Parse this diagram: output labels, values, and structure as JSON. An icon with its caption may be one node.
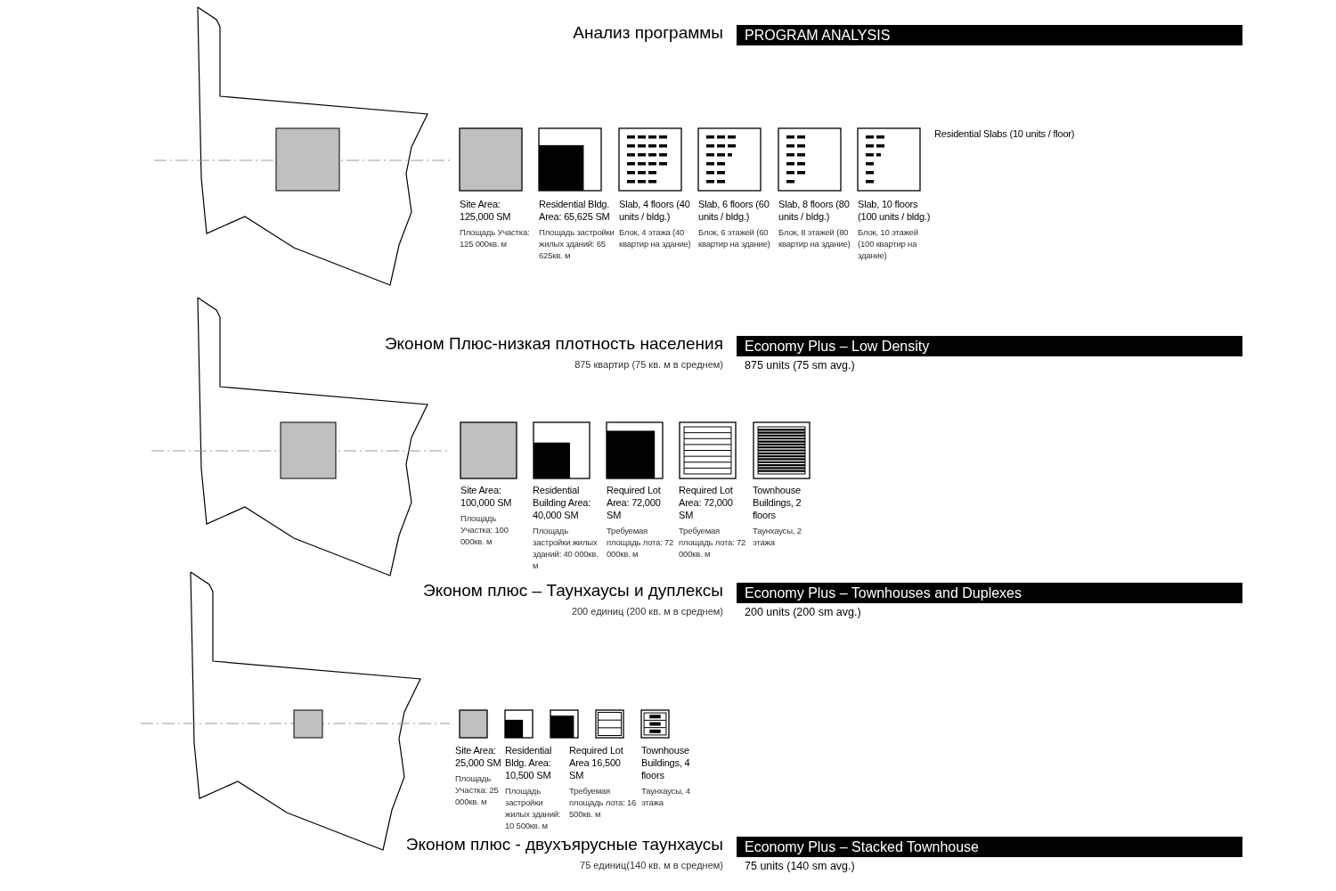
{
  "diagram": {
    "nodes": [
      {
        "text": [
          "PROGRAM ANALYSIS"
        ],
        "beside": [
          "Анализ программы"
        ]
      },
      {
        "text": [
          "Economy Plus – Low Density"
        ],
        "beside": [
          "Эконом Плюс-низкая плотность населения",
          "875 квартир (75 кв. м в среднем)",
          "875 units (75 sm avg.)"
        ]
      },
      {
        "text": [
          "Economy Plus – Townhouses and Duplexes"
        ],
        "beside": [
          "Эконом плюс – Таунхаусы и дуплексы",
          "200 единиц (200 кв. м в среднем)",
          "200 units (200 sm avg.)"
        ]
      },
      {
        "text": [
          "Economy Plus – Stacked Townhouse"
        ],
        "beside": [
          "Эконом плюс - двухъярусные таунхаусы",
          "75 единиц(140 кв. м в среднем)",
          "75 units (140 sm avg.)"
        ]
      }
    ],
    "labels": [
      "Site Area: 125,000 SM",
      "Площадь Участка: 125 000кв. м",
      "Residential Bldg. Area: 65,625 SM",
      "Площадь застройки жилых зданий: 65 625кв. м",
      "Slab, 4 floors (40 units / bldg.)",
      "Блок, 4 этажа (40 квартир на здание)",
      "Slab, 6 floors (60 units / bldg.)",
      "Блок, 6 этажей (60 квартир на здание)",
      "Slab, 8 floors (80 units / bldg.)",
      "Блок, 8 этажей (80 квартир на здание)",
      "Slab, 10 floors (100 units / bldg.)",
      "Блок, 10 этажей (100 квартир на здание)",
      "Residential Slabs (10 units / floor)",
      "Site Area: 100,000 SM",
      "Площадь Участка: 100 000кв. м",
      "Residential Building Area: 40,000 SM",
      "Площадь застройки жилых зданий: 40 000кв. м",
      "Required Lot Area: 72,000 SM",
      "Требуемая площадь лота: 72 000кв. м",
      "Required Lot Area: 72,000 SM",
      "Требуемая площадь лота: 72 000кв. м",
      "Townhouse Buildings, 2 floors",
      "Таунхаусы, 2 этажа",
      "Site Area: 25,000 SM",
      "Площадь Участка: 25 000кв. м",
      "Residential Bldg. Area: 10,500 SM",
      "Площадь застройки жилых зданий: 10 500кв. м",
      "Required Lot Area 16,500 SM",
      "Требуемая площадь лота: 16 500кв. м",
      "Townhouse Buildings, 4 floors",
      "Таунхаусы, 4 этажа"
    ]
  }
}
